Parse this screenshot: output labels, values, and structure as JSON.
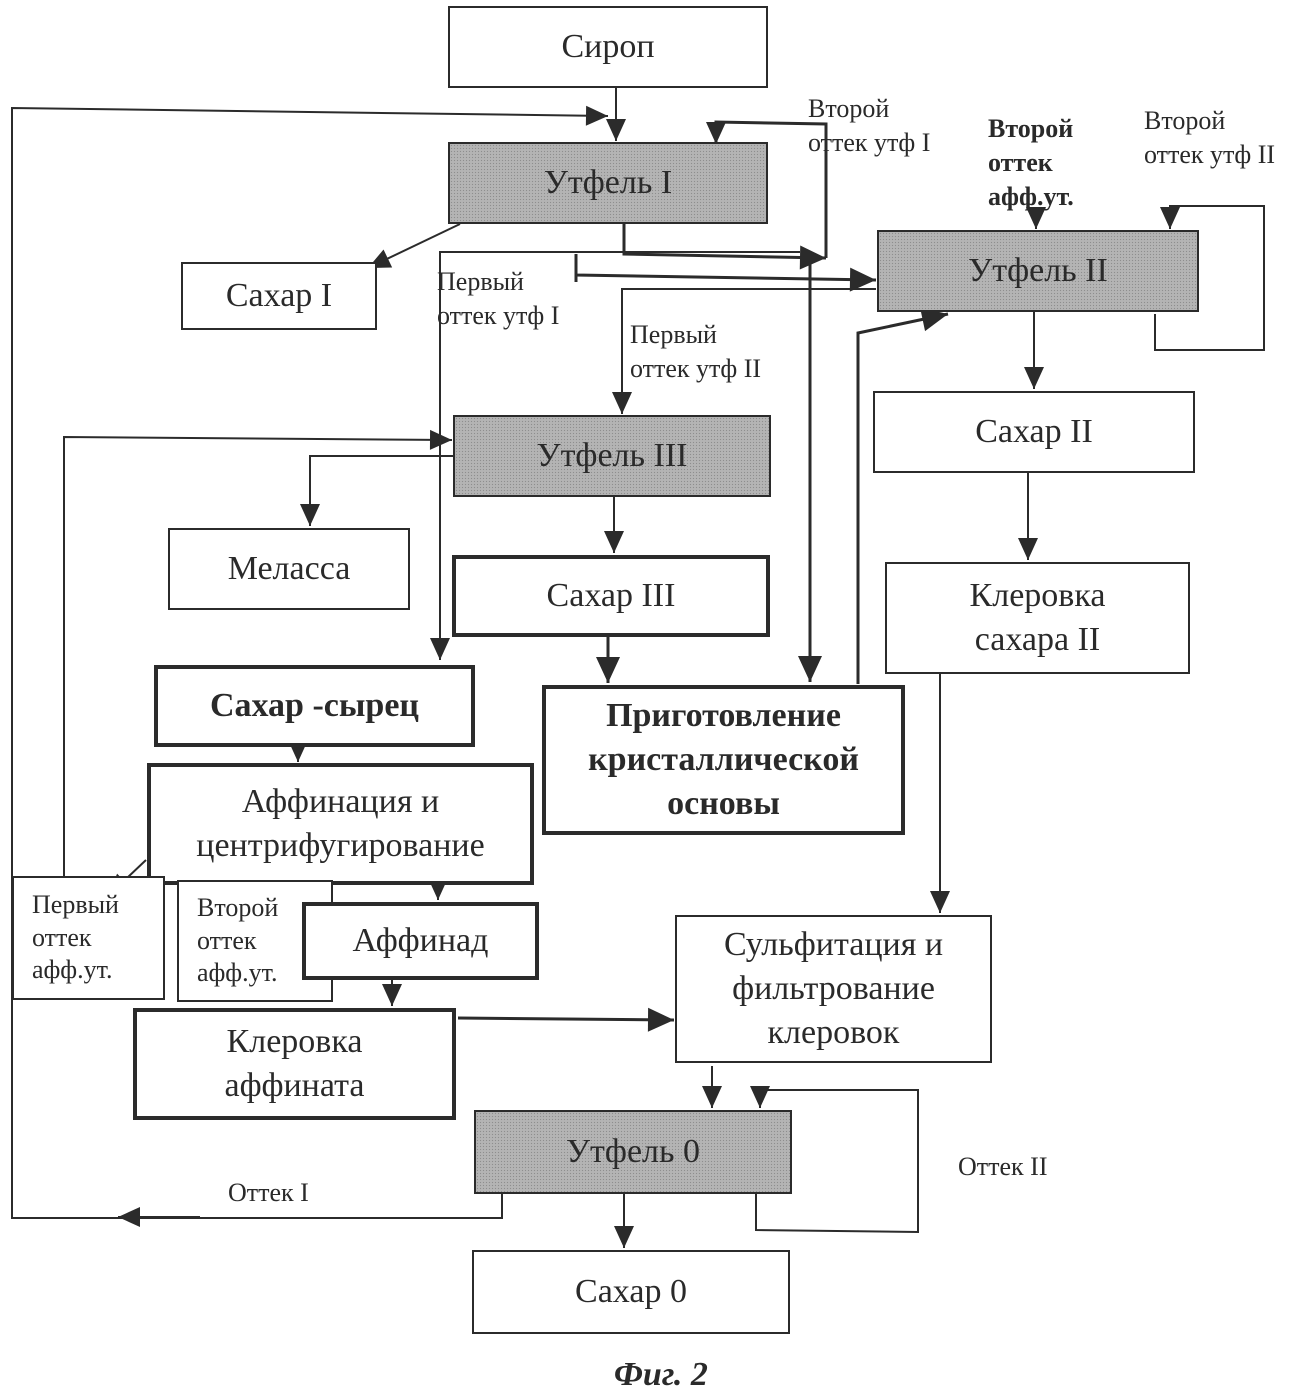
{
  "nodes": {
    "syrup": "Сироп",
    "massecuite_1": "Утфель I",
    "sugar_1": "Сахар I",
    "massecuite_2": "Утфель II",
    "sugar_2": "Сахар II",
    "clarification_sugar_2": "Клеровка\nсахара II",
    "massecuite_3": "Утфель III",
    "molasses": "Меласса",
    "sugar_3": "Сахар III",
    "raw_sugar": "Сахар -сырец",
    "crystal_base": "Приготовление\nкристаллической\nосновы",
    "affination": "Аффинация и\nцентрифугирование",
    "first_runoff_aff": "Первый\nоттек\nафф.ут.",
    "second_runoff_aff": "Второй\nоттек\nафф.ут.",
    "affinate": "Аффинад",
    "clarification_affinate": "Клеровка\nаффината",
    "sulfitation": "Сульфитация и\nфильтрование\nклеровок",
    "massecuite_0": "Утфель 0",
    "sugar_0": "Сахар 0"
  },
  "edge_labels": {
    "second_runoff_m1": "Второй\nоттек утф I",
    "second_runoff_aff_top": "Второй\nоттек\nафф.ут.",
    "second_runoff_m2": "Второй\nоттек утф II",
    "first_runoff_m1": "Первый\nоттек утф I",
    "first_runoff_m2": "Первый\nоттек утф II",
    "runoff_1": "Оттек I",
    "runoff_2": "Оттек II"
  },
  "caption": "Фиг. 2"
}
